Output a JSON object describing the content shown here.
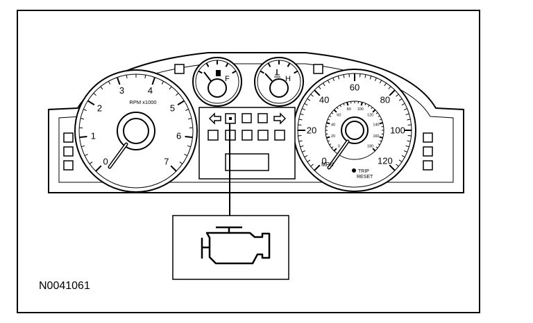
{
  "figure": {
    "id": "N0041061"
  },
  "tachometer": {
    "scale_label": "RPM x1000",
    "ticks": [
      "0",
      "1",
      "2",
      "3",
      "4",
      "5",
      "6",
      "7"
    ]
  },
  "speedometer": {
    "outer_ticks": [
      "0",
      "20",
      "40",
      "60",
      "80",
      "100",
      "120"
    ],
    "inner_ticks": [
      "0",
      "20",
      "40",
      "60",
      "80",
      "100",
      "120",
      "140",
      "160",
      "180"
    ],
    "unit_label": "MPH",
    "trip_label": "TRIP",
    "reset_label": "RESET"
  },
  "fuel_gauge": {
    "full_label": "F"
  },
  "temp_gauge": {
    "hot_label": "H"
  },
  "indicator": {
    "name": "check-engine-icon"
  },
  "colors": {
    "line": "#000000",
    "background": "#ffffff"
  }
}
